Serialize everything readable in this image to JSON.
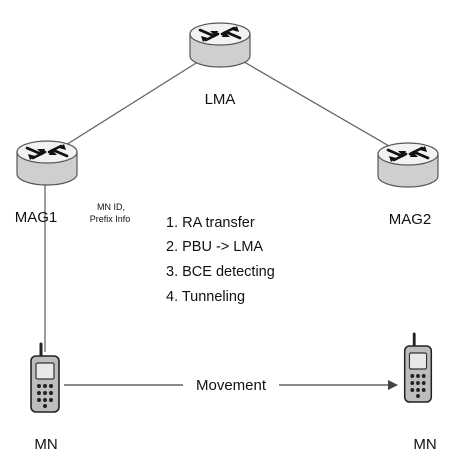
{
  "nodes": {
    "lma": {
      "label": "LMA",
      "icon": "router-icon"
    },
    "mag1": {
      "label": "MAG1",
      "icon": "router-icon"
    },
    "mag2": {
      "label": "MAG2",
      "icon": "router-icon"
    },
    "mn_left": {
      "label": "MN",
      "icon": "mobile-phone-icon"
    },
    "mn_right": {
      "label": "MN",
      "icon": "mobile-phone-icon"
    }
  },
  "mag1_note": [
    "MN ID,",
    "Prefix Info"
  ],
  "steps": [
    "1. RA transfer",
    "2. PBU -> LMA",
    "3. BCE detecting",
    "4. Tunneling"
  ],
  "movement_label": "Movement",
  "colors": {
    "router_body": "#dcdcdc",
    "router_top": "#f2f2f2",
    "line": "#666666",
    "phone_body": "#bdbdbd",
    "text": "#111111"
  }
}
